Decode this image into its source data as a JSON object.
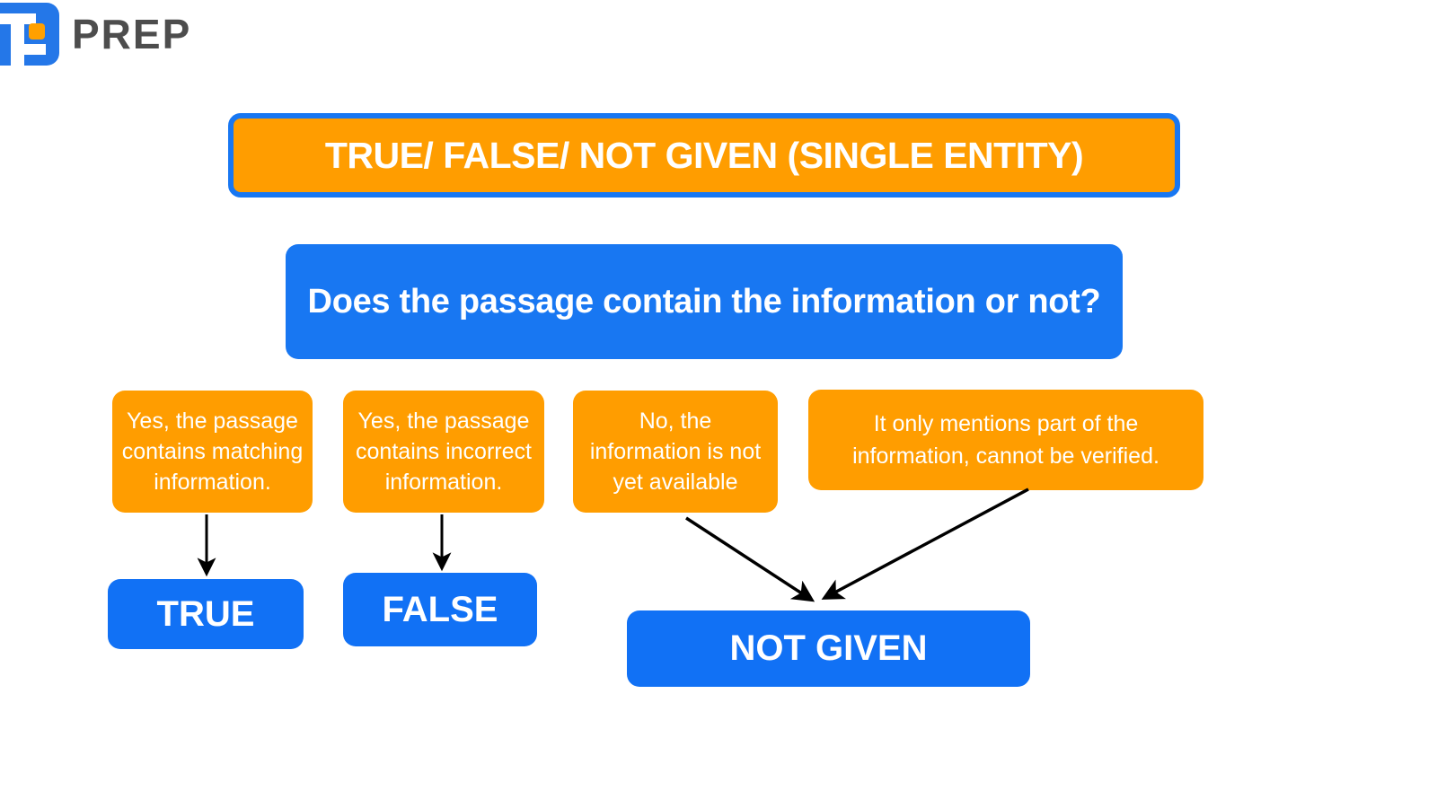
{
  "brand": {
    "wordmark": "PREP",
    "logo_icon": "prep-logo-icon",
    "wordmark_color": "#4D4D4D",
    "logo_blue": "#2477E8",
    "logo_accent": "#FFA000"
  },
  "theme": {
    "orange": "#FF9D00",
    "blue": "#1877F2",
    "result_blue": "#1171F5",
    "arrow_color": "#000000",
    "text_on_color": "#FFFFFF",
    "background": "#FFFFFF"
  },
  "title_banner": {
    "text": "TRUE/ FALSE/ NOT GIVEN (SINGLE ENTITY)"
  },
  "question": {
    "text": "Does the passage contain the information or not?"
  },
  "conditions": [
    {
      "id": "condition-true",
      "text": "Yes, the passage contains matching information."
    },
    {
      "id": "condition-false",
      "text": "Yes, the passage contains incorrect information."
    },
    {
      "id": "condition-notgiven-1",
      "text": "No, the information is not yet available"
    },
    {
      "id": "condition-notgiven-2",
      "text": "It only mentions part of the information, cannot be verified."
    }
  ],
  "results": [
    {
      "id": "result-true",
      "label": "TRUE"
    },
    {
      "id": "result-false",
      "label": "FALSE"
    },
    {
      "id": "result-notgiven",
      "label": "NOT GIVEN"
    }
  ],
  "arrows": [
    {
      "id": "arrow-true",
      "from": "condition-true",
      "to": "result-true",
      "style": "straight-down"
    },
    {
      "id": "arrow-false",
      "from": "condition-false",
      "to": "result-false",
      "style": "straight-down"
    },
    {
      "id": "arrow-notgiven-1",
      "from": "condition-notgiven-1",
      "to": "result-notgiven",
      "style": "diagonal-right-down"
    },
    {
      "id": "arrow-notgiven-2",
      "from": "condition-notgiven-2",
      "to": "result-notgiven",
      "style": "diagonal-left-down"
    }
  ]
}
